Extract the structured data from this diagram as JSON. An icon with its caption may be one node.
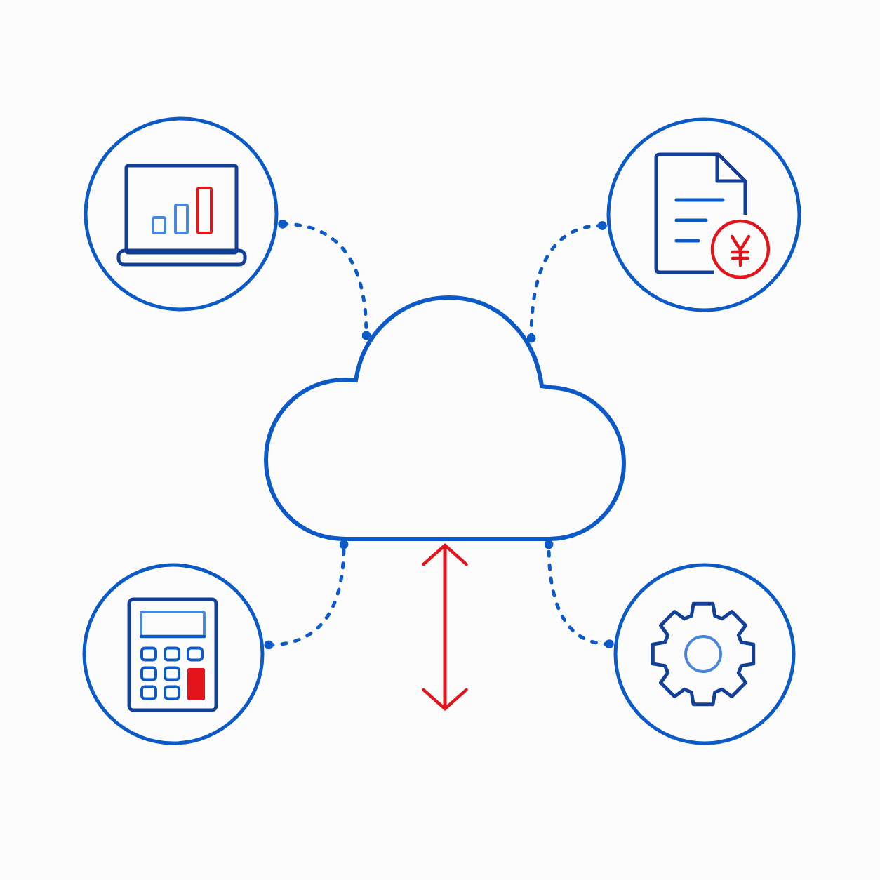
{
  "diagram": {
    "nodes": [
      {
        "text": [],
        "shape": "circle"
      },
      {
        "text": [],
        "shape": "circle"
      },
      {
        "text": [],
        "shape": "cloud"
      },
      {
        "text": [],
        "shape": "circle"
      },
      {
        "text": [],
        "shape": "circle"
      }
    ],
    "edges": [
      {
        "from": 0,
        "to": 2,
        "arrow": "other",
        "style": "dashed"
      },
      {
        "from": 1,
        "to": 2,
        "arrow": "other",
        "style": "dashed"
      },
      {
        "from": 3,
        "to": 2,
        "arrow": "other",
        "style": "dashed"
      },
      {
        "from": 4,
        "to": 2,
        "arrow": "other",
        "style": "dashed"
      },
      {
        "from": 2,
        "to": null,
        "arrow": "both",
        "color": "#e3141b"
      }
    ]
  }
}
